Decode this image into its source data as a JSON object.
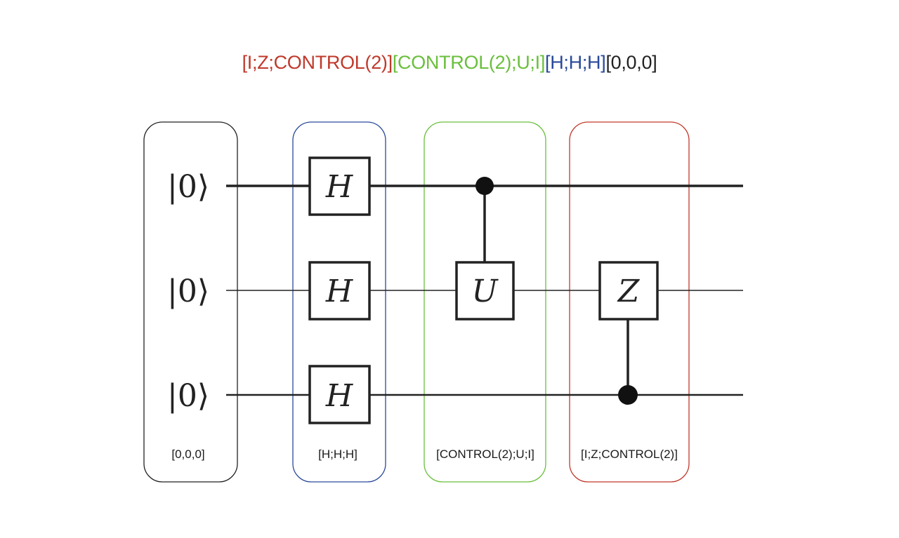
{
  "header": {
    "segments": [
      {
        "text": "[I;Z;CONTROL(2)]",
        "color": "#c0392b"
      },
      {
        "text": "[CONTROL(2);U;I]",
        "color": "#6abf3c"
      },
      {
        "text": "[H;H;H]",
        "color": "#2a4a9a"
      },
      {
        "text": "[0,0,0]",
        "color": "#222222"
      }
    ]
  },
  "columns": [
    {
      "label": "[0,0,0]",
      "color": "#222222"
    },
    {
      "label": "[H;H;H]",
      "color": "#2a4a9a"
    },
    {
      "label": "[CONTROL(2);U;I]",
      "color": "#6abf3c"
    },
    {
      "label": "[I;Z;CONTROL(2)]",
      "color": "#c0392b"
    }
  ],
  "qubits": [
    {
      "initial_state": "|0⟩"
    },
    {
      "initial_state": "|0⟩"
    },
    {
      "initial_state": "|0⟩"
    }
  ],
  "gates": {
    "hadamard": "H",
    "controlled_u": "U",
    "controlled_z": "Z"
  }
}
